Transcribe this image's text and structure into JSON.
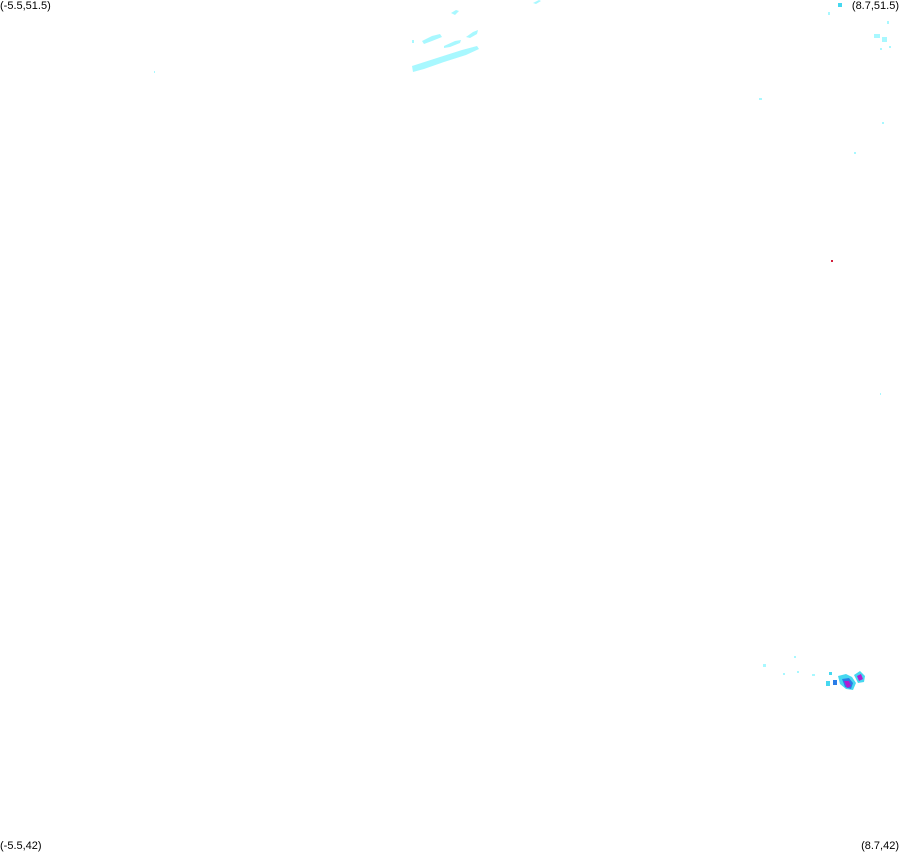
{
  "map": {
    "corners": {
      "top_left": "(-5.5,51.5)",
      "top_right": "(8.7,51.5)",
      "bottom_left": "(-5.5,42)",
      "bottom_right": "(8.7,42)"
    },
    "colors": {
      "background": "#ffffff",
      "light_precip": "#a8f8ff",
      "mid_precip": "#46d8f0",
      "moderate_precip": "#2a7de8",
      "heavy_precip": "#b01fd0",
      "marker": "#d21f3c"
    }
  }
}
